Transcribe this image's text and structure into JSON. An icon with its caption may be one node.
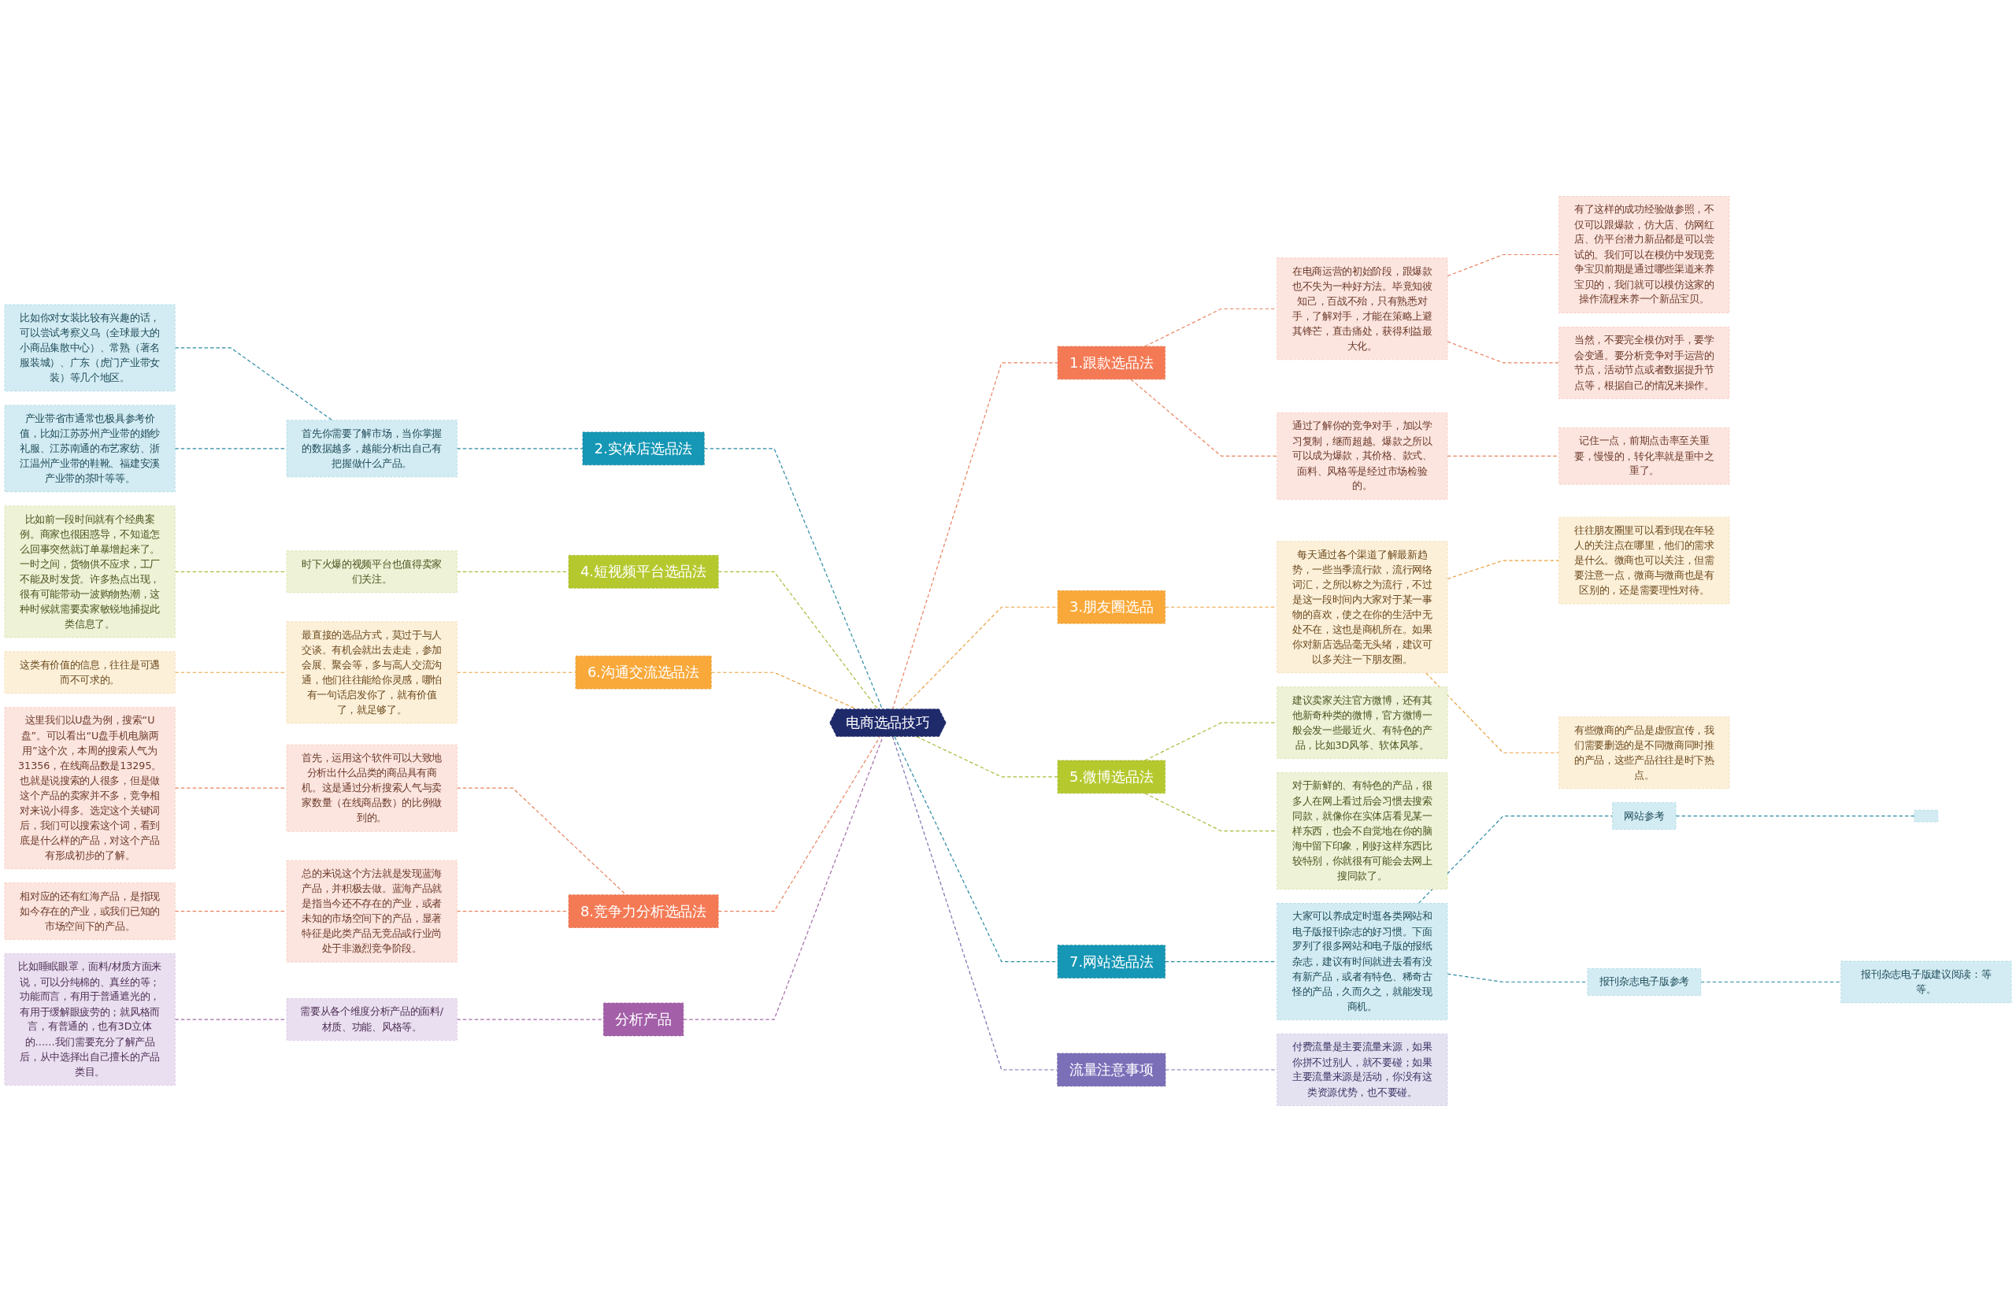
{
  "diagram": {
    "nodes": [
      {
        "text": [
          "电商选品技巧"
        ]
      },
      {
        "text": [
          "1.跟款选品法"
        ]
      },
      {
        "text": [
          "在电商运营的初始阶段，跟爆款也不失为一种好方法。毕竟知彼知己，百战不殆，只有熟悉对手，了解对手，才能在策略上避其锋芒，直击痛处，获得利益最大化。"
        ]
      },
      {
        "text": [
          "有了这样的成功经验做参照，不仅可以跟爆款，仿大店、仿网红店、仿平台潜力新品都是可以尝试的。我们可以在模仿中发现竞争宝贝前期是通过哪些渠道来养宝贝的，我们就可以模仿这家的操作流程来养一个新品宝贝。"
        ]
      },
      {
        "text": [
          "当然，不要完全模仿对手，要学会变通。要分析竞争对手运营的节点，活动节点或者数据提升节点等，根据自己的情况来操作。"
        ]
      },
      {
        "text": [
          "通过了解你的竞争对手，加以学习复制，继而超越。爆款之所以可以成为爆款，其价格、款式、面料、风格等是经过市场检验的。"
        ]
      },
      {
        "text": [
          "记住一点，前期点击率至关重要，慢慢的，转化率就是重中之重了。"
        ]
      },
      {
        "text": [
          "3.朋友圈选品"
        ]
      },
      {
        "text": [
          "每天通过各个渠道了解最新趋势，一些当季流行款，流行网络词汇，之所以称之为流行，不过是这一段时间内大家对于某一事物的喜欢，使之在你的生活中无处不在，这也是商机所在。如果你对新店选品毫无头绪，建议可以多关注一下朋友圈。"
        ]
      },
      {
        "text": [
          "往往朋友圈里可以看到现在年轻人的关注点在哪里，他们的需求是什么。微商也可以关注，但需要注意一点，微商与微商也是有区别的，还是需要理性对待。"
        ]
      },
      {
        "text": [
          "有些微商的产品是虚假宣传，我们需要删选的是不同微商同时推的产品，这些产品往往是时下热点。"
        ]
      },
      {
        "text": [
          "5.微博选品法"
        ]
      },
      {
        "text": [
          "建议卖家关注官方微博，还有其他新奇种类的微博，官方微博一般会发一些最近火、有特色的产品，比如3D风筝、软体风筝。"
        ]
      },
      {
        "text": [
          "对于新鲜的、有特色的产品，很多人在网上看过后会习惯去搜索同款，就像你在实体店看见某一样东西，也会不自觉地在你的脑海中留下印象，刚好这样东西比较特别，你就很有可能会去网上搜同款了。"
        ]
      },
      {
        "text": [
          "7.网站选品法"
        ]
      },
      {
        "text": [
          "大家可以养成定时逛各类网站和电子版报刊杂志的好习惯。下面罗列了很多网站和电子版的报纸杂志，建议有时间就进去看有没有新产品，或者有特色、稀奇古怪的产品，久而久之，就能发现商机。"
        ]
      },
      {
        "text": [
          "网站参考"
        ]
      },
      {
        "text": [],
        "shape": "box"
      },
      {
        "text": [
          "报刊杂志电子版参考"
        ]
      },
      {
        "text": [
          "报刊杂志电子版建议阅读：等等。"
        ]
      },
      {
        "text": [
          "流量注意事项"
        ]
      },
      {
        "text": [
          "付费流量是主要流量来源，如果你拼不过别人，就不要碰；如果主要流量来源是活动，你没有这类资源优势，也不要碰。"
        ]
      },
      {
        "text": [
          "2.实体店选品法"
        ]
      },
      {
        "text": [
          "首先你需要了解市场，当你掌握的数据越多，越能分析出自己有把握做什么产品。"
        ]
      },
      {
        "text": [
          "比如你对女装比较有兴趣的话，可以尝试考察义乌（全球最大的小商品集散中心）、常熟（著名服装城）、广东（虎门产业带女装）等几个地区。"
        ]
      },
      {
        "text": [
          "产业带省市通常也极具参考价值，比如江苏苏州产业带的婚纱礼服、江苏南通的布艺家纺、浙江温州产业带的鞋靴、福建安溪产业带的茶叶等等。"
        ]
      },
      {
        "text": [
          "4.短视频平台选品法"
        ]
      },
      {
        "text": [
          "时下火爆的视频平台也值得卖家们关注。"
        ]
      },
      {
        "text": [
          "比如前一段时间就有个经典案例。商家也很困惑导，不知道怎么回事突然就订单暴增起来了。一时之间，货物供不应求，工厂不能及时发货。许多热点出现，很有可能带动一波购物热潮，这种时候就需要卖家敏锐地捕捉此类信息了。"
        ]
      },
      {
        "text": [
          "6.沟通交流选品法"
        ]
      },
      {
        "text": [
          "最直接的选品方式，莫过于与人交谈。有机会就出去走走，参加会展、聚会等，多与高人交流沟通，他们往往能给你灵感，哪怕有一句话启发你了，就有价值了，就足够了。"
        ]
      },
      {
        "text": [
          "这类有价值的信息，往往是可遇而不可求的。"
        ]
      },
      {
        "text": [
          "8.竞争力分析选品法"
        ]
      },
      {
        "text": [
          "首先，运用这个软件可以大致地分析出什么品类的商品具有商机。这是通过分析搜索人气与卖家数量（在线商品数）的比例做到的。"
        ]
      },
      {
        "text": [
          "这里我们以U盘为例，搜索“U盘”。可以看出“U盘手机电脑两用”这个次，本周的搜索人气为31356，在线商品数是13295。也就是说搜索的人很多，但是做这个产品的卖家并不多，竞争相对来说小得多。选定这个关键词后，我们可以搜索这个词，看到底是什么样的产品，对这个产品有形成初步的了解。"
        ]
      },
      {
        "text": [
          "总的来说这个方法就是发现蓝海产品，并积极去做。蓝海产品就是指当今还不存在的产业，或者未知的市场空间下的产品，显著特征是此类产品无竞品或行业尚处于非激烈竞争阶段。"
        ]
      },
      {
        "text": [
          "相对应的还有红海产品，是指现如今存在的产业，或我们已知的市场空间下的产品。"
        ]
      },
      {
        "text": [
          "分析产品"
        ]
      },
      {
        "text": [
          "需要从各个维度分析产品的面料/材质、功能、风格等。"
        ]
      },
      {
        "text": [
          "比如睡眠眼罩，面料/材质方面来说，可以分纯棉的、真丝的等；功能而言，有用于普通遮光的，有用于缓解眼疲劳的；就风格而言，有普通的，也有3D立体的……我们需要充分了解产品后，从中选择出自己擅长的产品类目。"
        ]
      }
    ],
    "edges": [
      {
        "from": 0,
        "to": 1,
        "arrow": "none",
        "style": "dashed",
        "color": "#e8825f"
      },
      {
        "from": 1,
        "to": 2,
        "arrow": "none",
        "style": "dashed",
        "color": "#e8825f"
      },
      {
        "from": 2,
        "to": 3,
        "arrow": "none",
        "style": "dashed",
        "color": "#e8825f"
      },
      {
        "from": 2,
        "to": 4,
        "arrow": "none",
        "style": "dashed",
        "color": "#e8825f"
      },
      {
        "from": 1,
        "to": 5,
        "arrow": "none",
        "style": "dashed",
        "color": "#e8825f"
      },
      {
        "from": 5,
        "to": 6,
        "arrow": "none",
        "style": "dashed",
        "color": "#e8825f"
      },
      {
        "from": 0,
        "to": 7,
        "arrow": "none",
        "style": "dashed",
        "color": "#e9a13f"
      },
      {
        "from": 7,
        "to": 8,
        "arrow": "none",
        "style": "dashed",
        "color": "#e9a13f"
      },
      {
        "from": 8,
        "to": 9,
        "arrow": "none",
        "style": "dashed",
        "color": "#e9a13f"
      },
      {
        "from": 8,
        "to": 10,
        "arrow": "none",
        "style": "dashed",
        "color": "#e9a13f"
      },
      {
        "from": 0,
        "to": 11,
        "arrow": "none",
        "style": "dashed",
        "color": "#a9ba3a"
      },
      {
        "from": 11,
        "to": 12,
        "arrow": "none",
        "style": "dashed",
        "color": "#a9ba3a"
      },
      {
        "from": 11,
        "to": 13,
        "arrow": "none",
        "style": "dashed",
        "color": "#a9ba3a"
      },
      {
        "from": 0,
        "to": 14,
        "arrow": "none",
        "style": "dashed",
        "color": "#2a8aa3"
      },
      {
        "from": 14,
        "to": 15,
        "arrow": "none",
        "style": "dashed",
        "color": "#2a8aa3"
      },
      {
        "from": 15,
        "to": 16,
        "arrow": "none",
        "style": "dashed",
        "color": "#2a8aa3"
      },
      {
        "from": 16,
        "to": 17,
        "arrow": "none",
        "style": "dashed",
        "color": "#2a8aa3"
      },
      {
        "from": 15,
        "to": 18,
        "arrow": "none",
        "style": "dashed",
        "color": "#2a8aa3"
      },
      {
        "from": 18,
        "to": 19,
        "arrow": "none",
        "style": "dashed",
        "color": "#2a8aa3"
      },
      {
        "from": 0,
        "to": 20,
        "arrow": "none",
        "style": "dashed",
        "color": "#7a70b0"
      },
      {
        "from": 20,
        "to": 21,
        "arrow": "none",
        "style": "dashed",
        "color": "#7a70b0"
      },
      {
        "from": 0,
        "to": 22,
        "arrow": "none",
        "style": "dashed",
        "color": "#2a8aa3"
      },
      {
        "from": 22,
        "to": 23,
        "arrow": "none",
        "style": "dashed",
        "color": "#2a8aa3"
      },
      {
        "from": 23,
        "to": 24,
        "arrow": "none",
        "style": "dashed",
        "color": "#2a8aa3"
      },
      {
        "from": 23,
        "to": 25,
        "arrow": "none",
        "style": "dashed",
        "color": "#2a8aa3"
      },
      {
        "from": 0,
        "to": 26,
        "arrow": "none",
        "style": "dashed",
        "color": "#a9ba3a"
      },
      {
        "from": 26,
        "to": 27,
        "arrow": "none",
        "style": "dashed",
        "color": "#a9ba3a"
      },
      {
        "from": 27,
        "to": 28,
        "arrow": "none",
        "style": "dashed",
        "color": "#a9ba3a"
      },
      {
        "from": 0,
        "to": 29,
        "arrow": "none",
        "style": "dashed",
        "color": "#e9a13f"
      },
      {
        "from": 29,
        "to": 30,
        "arrow": "none",
        "style": "dashed",
        "color": "#e9a13f"
      },
      {
        "from": 30,
        "to": 31,
        "arrow": "none",
        "style": "dashed",
        "color": "#e9a13f"
      },
      {
        "from": 0,
        "to": 32,
        "arrow": "none",
        "style": "dashed",
        "color": "#e8825f"
      },
      {
        "from": 32,
        "to": 33,
        "arrow": "none",
        "style": "dashed",
        "color": "#e8825f"
      },
      {
        "from": 33,
        "to": 34,
        "arrow": "none",
        "style": "dashed",
        "color": "#e8825f"
      },
      {
        "from": 32,
        "to": 35,
        "arrow": "none",
        "style": "dashed",
        "color": "#e8825f"
      },
      {
        "from": 35,
        "to": 36,
        "arrow": "none",
        "style": "dashed",
        "color": "#e8825f"
      },
      {
        "from": 0,
        "to": 37,
        "arrow": "none",
        "style": "dashed",
        "color": "#a36aa8"
      },
      {
        "from": 37,
        "to": 38,
        "arrow": "none",
        "style": "dashed",
        "color": "#a36aa8"
      },
      {
        "from": 38,
        "to": 39,
        "arrow": "none",
        "style": "dashed",
        "color": "#a36aa8"
      }
    ]
  }
}
